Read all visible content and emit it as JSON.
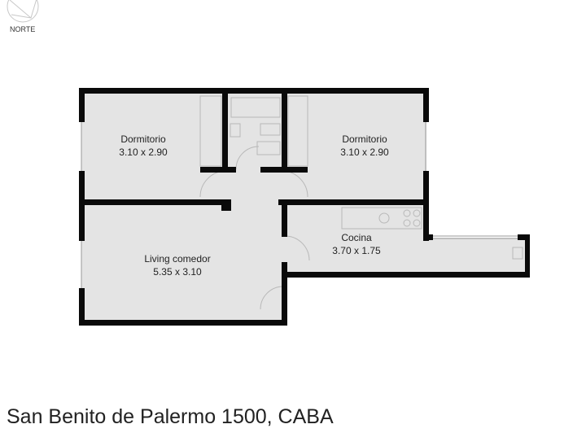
{
  "compass": {
    "label": "NORTE"
  },
  "rooms": [
    {
      "name": "Dormitorio",
      "size": "3.10 x 2.90"
    },
    {
      "name": "Dormitorio",
      "size": "3.10 x 2.90"
    },
    {
      "name": "Living comedor",
      "size": "5.35 x 3.10"
    },
    {
      "name": "Cocina",
      "size": "3.70 x 1.75"
    }
  ],
  "title": "San Benito de Palermo 1500, CABA",
  "colors": {
    "floor": "#e4e4e4",
    "wall": "#0a0a0a",
    "fixture": "#bdbdbd"
  }
}
